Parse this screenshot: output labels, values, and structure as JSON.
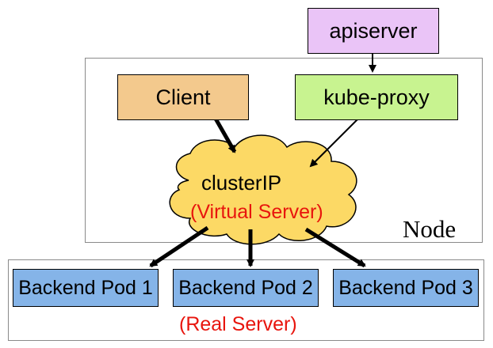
{
  "diagram": {
    "top": {
      "label": "apiserver",
      "color": "#eac4f7"
    },
    "node": {
      "label": "Node",
      "client": {
        "label": "Client",
        "color": "#f3c98d"
      },
      "kube_proxy": {
        "label": "kube-proxy",
        "color": "#c8f390"
      },
      "cluster": {
        "title": "clusterIP",
        "subtitle": "(Virtual Server)",
        "color": "#fcd965"
      }
    },
    "backends": [
      {
        "label": "Backend Pod 1"
      },
      {
        "label": "Backend Pod 2"
      },
      {
        "label": "Backend Pod 3"
      }
    ],
    "backend_color": "#85b4e8",
    "real_server_label": "(Real Server)",
    "accent_red": "#e8150d"
  }
}
